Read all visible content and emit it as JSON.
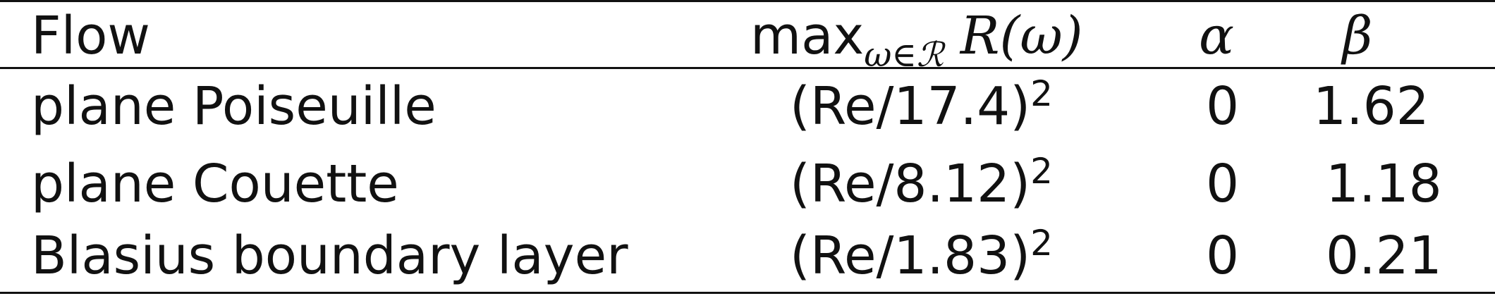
{
  "table": {
    "headers": {
      "flow": "Flow",
      "max_prefix": "max",
      "max_sub": "ω∈ℛ",
      "max_expr": "R(ω)",
      "alpha": "α",
      "beta": "β"
    },
    "rows": [
      {
        "flow": "plane Poiseuille",
        "re": "(Re/17.4)",
        "exp": "2",
        "alpha": "0",
        "beta": "1.62"
      },
      {
        "flow": "plane Couette",
        "re": "(Re/8.12)",
        "exp": "2",
        "alpha": "0",
        "beta": "1.18"
      },
      {
        "flow": "Blasius boundary layer",
        "re": "(Re/1.83)",
        "exp": "2",
        "alpha": "0",
        "beta": "0.21"
      }
    ]
  }
}
